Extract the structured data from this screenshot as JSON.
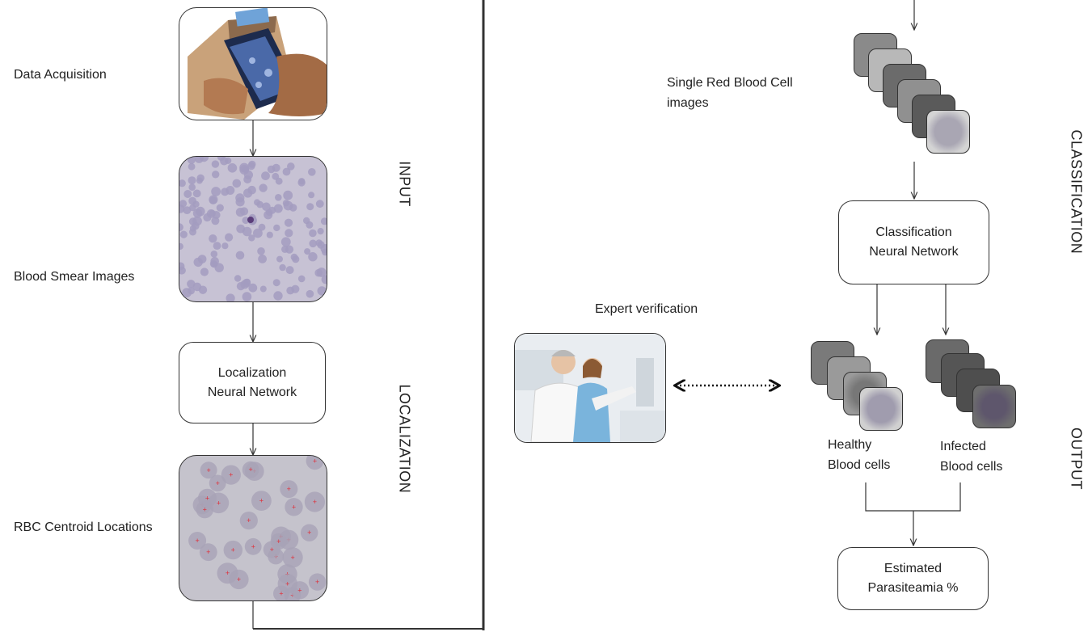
{
  "left_panel": {
    "steps": [
      {
        "label": "Data Acquisition"
      },
      {
        "label": "Blood Smear Images"
      },
      {
        "label": "RBC Centroid Locations"
      }
    ],
    "localization_box": {
      "line1": "Localization",
      "line2": "Neural Network"
    },
    "stage_labels": {
      "input": "INPUT",
      "localization": "LOCALIZATION"
    }
  },
  "right_panel": {
    "single_cells_label": {
      "line1": "Single Red Blood Cell",
      "line2": "images"
    },
    "classification_box": {
      "line1": "Classification",
      "line2": "Neural Network"
    },
    "expert_label": "Expert verification",
    "healthy_label": {
      "line1": "Healthy",
      "line2": "Blood cells"
    },
    "infected_label": {
      "line1": "Infected",
      "line2": "Blood cells"
    },
    "estimate_box": {
      "line1": "Estimated",
      "line2": "Parasiteamia %"
    },
    "stage_labels": {
      "classification": "CLASSIFICATION",
      "output": "OUTPUT"
    }
  },
  "colors": {
    "smear_bg": "#c7c2d4",
    "cell": "#a39cbf",
    "centroid_mark": "#e0303a",
    "tile_dark": "#5c5c5c",
    "tile_light": "#b4b4b4"
  },
  "icons": {
    "arrow": "arrow-down-icon",
    "bidirectional": "double-arrow-icon",
    "photo_device": "smartphone-microscope-photo",
    "photo_doctors": "doctors-at-monitor-photo"
  }
}
